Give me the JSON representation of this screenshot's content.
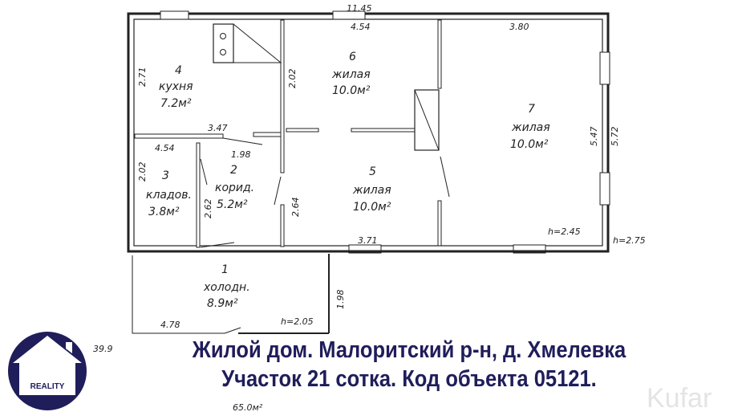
{
  "plan": {
    "dimensions": {
      "total_length": "11.45",
      "room6_width": "4.54",
      "room7_width": "3.80",
      "kitchen_height": "2.71",
      "room6_height": "2.02",
      "kitchen_width": "3.47",
      "storage_width": "4.54",
      "corridor_diag": "1.98",
      "storage_height": "2.02",
      "corridor_height": "2.62",
      "room5_height": "2.64",
      "room5_width": "3.71",
      "room7_height_a": "5.47",
      "room7_height_b": "5.72",
      "ceiling_main": "h=2.45",
      "ceiling_outer": "h=2.75",
      "porch_height": "1.98",
      "porch_ceiling": "h=2.05",
      "porch_width": "4.78",
      "living_area": "39.9",
      "total_area": "65.0м²"
    },
    "rooms": [
      {
        "num": "1",
        "name": "холодн.",
        "area": "8.9м²"
      },
      {
        "num": "2",
        "name": "корид.",
        "area": "5.2м²"
      },
      {
        "num": "3",
        "name": "кладов.",
        "area": "3.8м²"
      },
      {
        "num": "4",
        "name": "кухня",
        "area": "7.2м²"
      },
      {
        "num": "5",
        "name": "жилая",
        "area": "10.0м²"
      },
      {
        "num": "6",
        "name": "жилая",
        "area": "10.0м²"
      },
      {
        "num": "7",
        "name": "жилая",
        "area": "10.0м²"
      }
    ]
  },
  "caption": {
    "line1": "Жилой дом. Малоритский р-н, д. Хмелевка",
    "line2": "Участок 21 сотка.  Код объекта 05121."
  },
  "logo": {
    "text": "REALITY",
    "color": "#1f1d5a"
  },
  "watermark": "Kufar"
}
